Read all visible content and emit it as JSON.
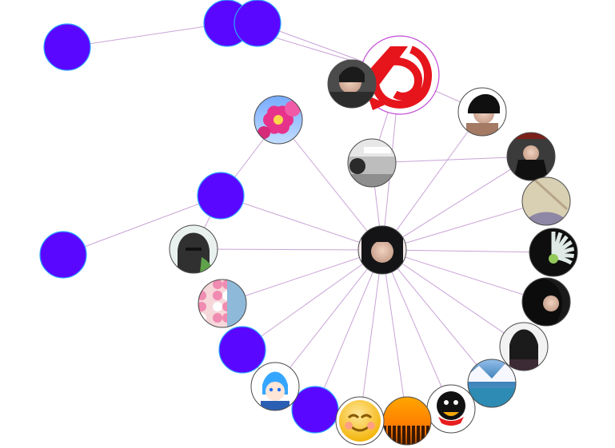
{
  "graph": {
    "nodes": [
      {
        "id": "b1",
        "kind": "blue",
        "icon": "blue-node"
      },
      {
        "id": "b2",
        "kind": "blue",
        "icon": "blue-node"
      },
      {
        "id": "b3",
        "kind": "blue",
        "icon": "blue-node"
      },
      {
        "id": "b4",
        "kind": "blue",
        "icon": "blue-node"
      },
      {
        "id": "b5",
        "kind": "blue",
        "icon": "blue-node"
      },
      {
        "id": "b6",
        "kind": "blue",
        "icon": "blue-node"
      },
      {
        "id": "b7",
        "kind": "blue",
        "icon": "blue-node"
      },
      {
        "id": "logo",
        "kind": "logo",
        "icon": "brand-logo"
      },
      {
        "id": "c",
        "kind": "photo",
        "icon": "avatar-center"
      },
      {
        "id": "p1",
        "kind": "photo",
        "icon": "avatar-top-left"
      },
      {
        "id": "p2",
        "kind": "photo",
        "icon": "avatar-top-right"
      },
      {
        "id": "p3",
        "kind": "photo",
        "icon": "avatar-mid-left"
      },
      {
        "id": "p4",
        "kind": "photo",
        "icon": "avatar-mid"
      },
      {
        "id": "p5",
        "kind": "photo",
        "icon": "avatar-right-1"
      },
      {
        "id": "p6",
        "kind": "photo",
        "icon": "avatar-right-2"
      },
      {
        "id": "p7",
        "kind": "photo",
        "icon": "avatar-right-3"
      },
      {
        "id": "p8",
        "kind": "photo",
        "icon": "avatar-right-4"
      },
      {
        "id": "p9",
        "kind": "photo",
        "icon": "avatar-right-5"
      },
      {
        "id": "p10",
        "kind": "photo",
        "icon": "avatar-right-6"
      },
      {
        "id": "p11",
        "kind": "photo",
        "icon": "avatar-right-7"
      },
      {
        "id": "p12",
        "kind": "photo",
        "icon": "avatar-bottom-1"
      },
      {
        "id": "p13",
        "kind": "photo",
        "icon": "avatar-bottom-2"
      },
      {
        "id": "p14",
        "kind": "photo",
        "icon": "avatar-bottom-3"
      },
      {
        "id": "p15",
        "kind": "photo",
        "icon": "avatar-bottom-4"
      },
      {
        "id": "p16",
        "kind": "photo",
        "icon": "avatar-left-1"
      },
      {
        "id": "p17",
        "kind": "photo",
        "icon": "avatar-left-2"
      },
      {
        "id": "p18",
        "kind": "photo",
        "icon": "avatar-flower"
      }
    ],
    "edges": [
      [
        "b1",
        "b2"
      ],
      [
        "b3",
        "logo"
      ],
      [
        "b2",
        "logo"
      ],
      [
        "p1",
        "logo"
      ],
      [
        "p4",
        "logo"
      ],
      [
        "p2",
        "logo"
      ],
      [
        "c",
        "p4"
      ],
      [
        "c",
        "logo"
      ],
      [
        "c",
        "p2"
      ],
      [
        "c",
        "p5"
      ],
      [
        "c",
        "p6"
      ],
      [
        "c",
        "p7"
      ],
      [
        "c",
        "p8"
      ],
      [
        "c",
        "p9"
      ],
      [
        "c",
        "p10"
      ],
      [
        "c",
        "p11"
      ],
      [
        "c",
        "p12"
      ],
      [
        "c",
        "p13"
      ],
      [
        "c",
        "p14"
      ],
      [
        "c",
        "p15"
      ],
      [
        "c",
        "p16"
      ],
      [
        "c",
        "p17"
      ],
      [
        "c",
        "p18"
      ],
      [
        "c",
        "b4"
      ],
      [
        "c",
        "b5"
      ],
      [
        "c",
        "b6"
      ],
      [
        "c",
        "b7"
      ],
      [
        "p18",
        "b4"
      ],
      [
        "b4",
        "b5"
      ],
      [
        "b4",
        "b8"
      ],
      [
        "b6",
        "p16"
      ],
      [
        "b5",
        "p16"
      ],
      [
        "p4",
        "p5"
      ]
    ]
  }
}
